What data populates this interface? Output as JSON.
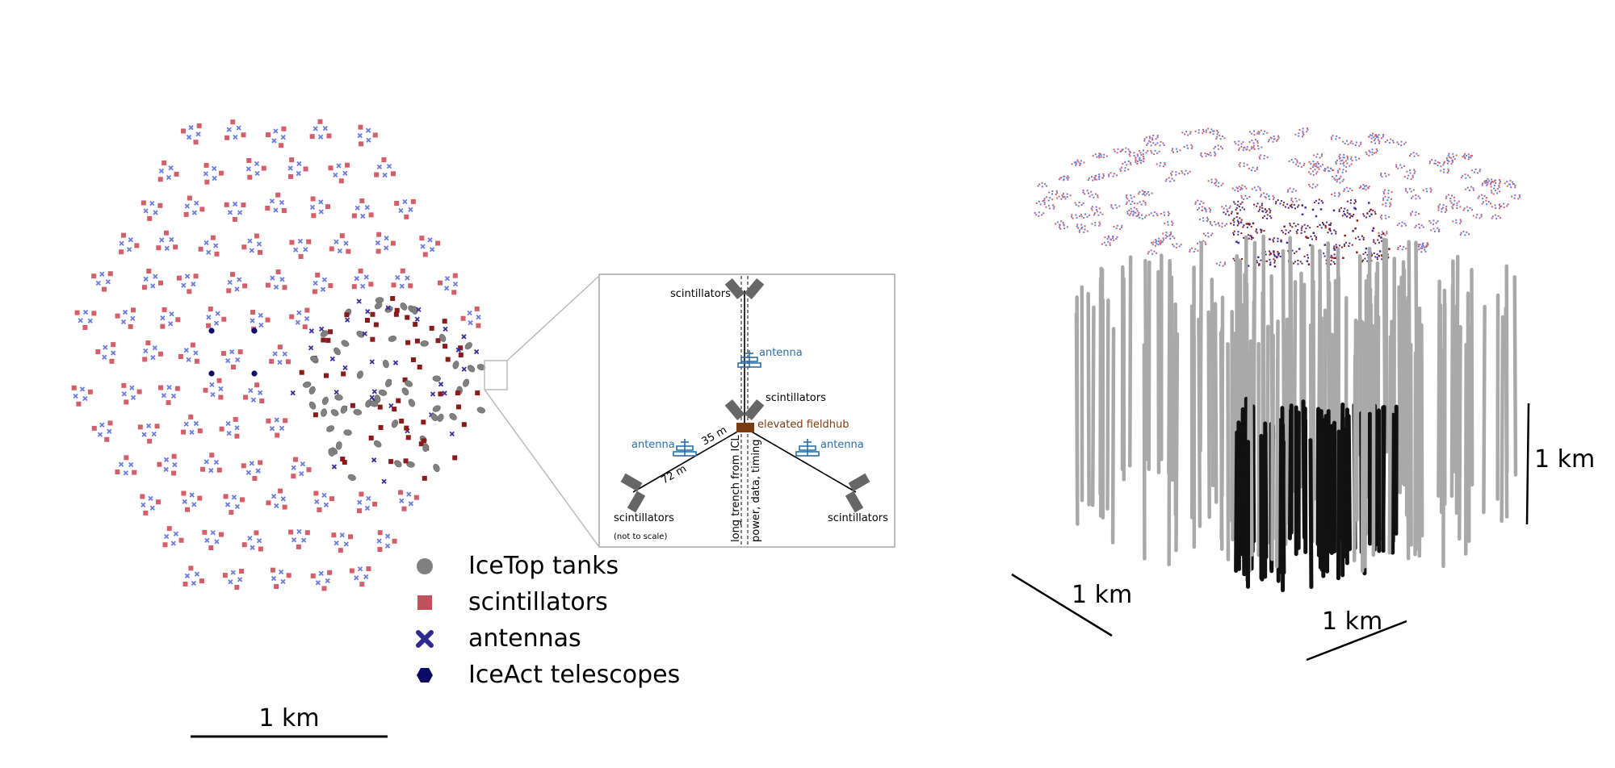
{
  "colors": {
    "tank": "#808080",
    "tank_edge": "#666666",
    "scint_outer": "#d45f6a",
    "scint_inner": "#8b1a1a",
    "antenna_outer": "#6b7be0",
    "antenna_inner": "#3a2e99",
    "iceact": "#0a0a66",
    "string_outer": "#a9a9a9",
    "string_inner": "#111111",
    "inset_blue": "#2a6fa8",
    "fieldhub": "#7a3b10",
    "scint_icon": "#666666"
  },
  "legend": [
    {
      "icon": "circle",
      "label": "IceTop tanks"
    },
    {
      "icon": "square",
      "label": "scintillators"
    },
    {
      "icon": "cross",
      "label": "antennas"
    },
    {
      "icon": "hexagon",
      "label": "IceAct telescopes"
    }
  ],
  "left_scalebar": {
    "label": "1 km"
  },
  "inset": {
    "scint_top": "scintillators",
    "scint_mid": "scintillators",
    "scint_left": "scintillators",
    "scint_right": "scintillators",
    "antenna_top": "antenna",
    "antenna_left": "antenna",
    "antenna_right": "antenna",
    "fieldhub": "elevated fieldhub",
    "dist_35": "35 m",
    "dist_72": "72 m",
    "trench_1": "long trench from ICL",
    "trench_2": "power, data, timing",
    "not_to_scale": "(not to scale)"
  },
  "right_scales": {
    "vertical": "1 km",
    "left": "1 km",
    "right": "1 km"
  }
}
